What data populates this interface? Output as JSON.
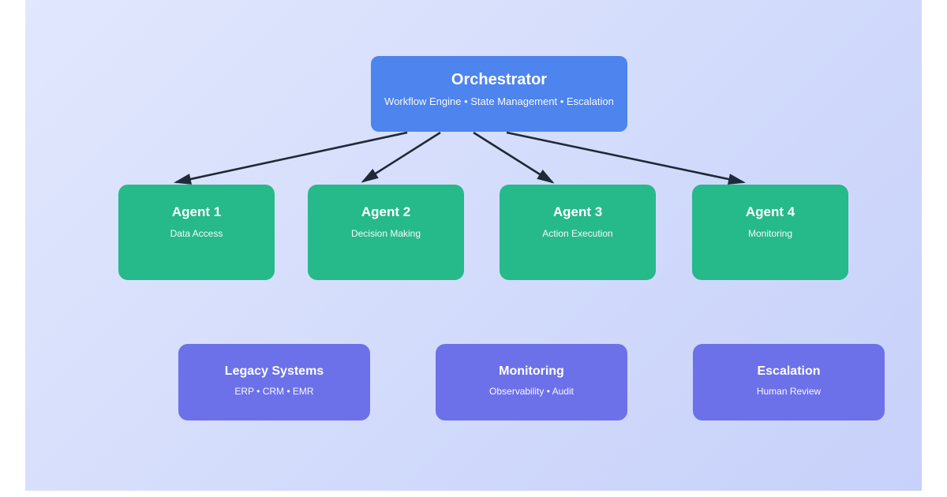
{
  "canvas": {
    "gradient_start": "#e1e7fd",
    "gradient_mid": "#d2dbfb",
    "gradient_end": "#c7d1fa",
    "margin_color": "#ffffff"
  },
  "diagram": {
    "arrow_color": "#1f2937",
    "orchestrator": {
      "title": "Orchestrator",
      "subtitle": "Workflow Engine • State Management • Escalation",
      "color": "#4d84ee"
    },
    "agents": [
      {
        "title": "Agent 1",
        "subtitle": "Data Access"
      },
      {
        "title": "Agent 2",
        "subtitle": "Decision Making"
      },
      {
        "title": "Agent 3",
        "subtitle": "Action Execution"
      },
      {
        "title": "Agent 4",
        "subtitle": "Monitoring"
      }
    ],
    "agent_color": "#26b98a",
    "systems": [
      {
        "title": "Legacy Systems",
        "subtitle": "ERP • CRM • EMR"
      },
      {
        "title": "Monitoring",
        "subtitle": "Observability • Audit"
      },
      {
        "title": "Escalation",
        "subtitle": "Human Review"
      }
    ],
    "system_color": "#6c71e9"
  }
}
